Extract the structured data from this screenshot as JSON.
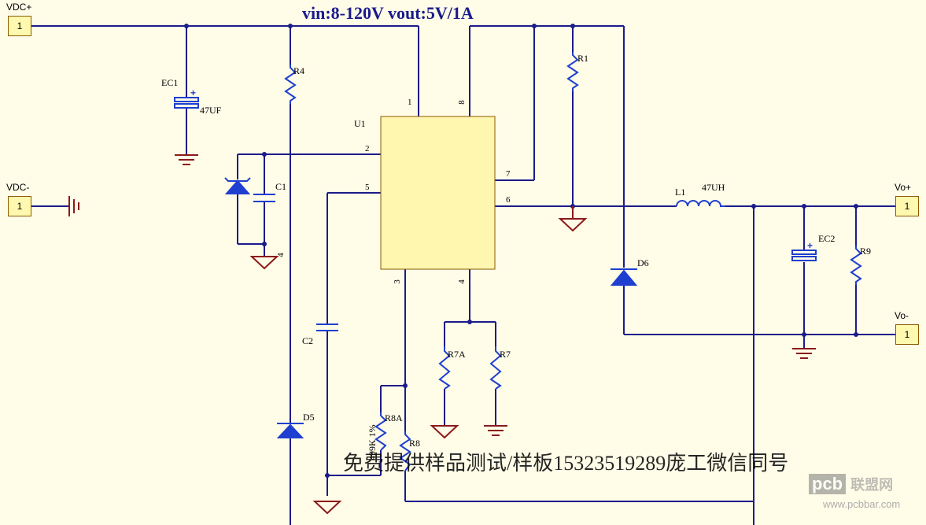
{
  "title": "vin:8-120V vout:5V/1A",
  "ports": {
    "vdc_plus": {
      "label": "VDC+",
      "pin": "1"
    },
    "vdc_minus": {
      "label": "VDC-",
      "pin": "1"
    },
    "vo_plus": {
      "label": "Vo+",
      "pin": "1"
    },
    "vo_minus": {
      "label": "Vo-",
      "pin": "1"
    }
  },
  "components": {
    "ec1": {
      "ref": "EC1",
      "value": "47UF"
    },
    "r4": {
      "ref": "R4"
    },
    "u1": {
      "ref": "U1"
    },
    "c1": {
      "ref": "C1"
    },
    "c2": {
      "ref": "C2"
    },
    "d5": {
      "ref": "D5"
    },
    "r1": {
      "ref": "R1"
    },
    "l1": {
      "ref": "L1",
      "value": "47UH"
    },
    "ec2": {
      "ref": "EC2"
    },
    "r9": {
      "ref": "R9"
    },
    "d6": {
      "ref": "D6"
    },
    "r7a": {
      "ref": "R7A"
    },
    "r7": {
      "ref": "R7"
    },
    "r8a": {
      "ref": "R8A",
      "value": "499K 1%"
    },
    "r8": {
      "ref": "R8"
    }
  },
  "pins": {
    "p1": "1",
    "p2": "2",
    "p3": "3",
    "p4": "4",
    "p5": "5",
    "p6": "6",
    "p7": "7",
    "p8": "8",
    "d5_pin": "4"
  },
  "watermark": "免费提供样品测试/样板15323519289庞工微信同号",
  "logo": {
    "box": "pcb",
    "cn": "联盟网",
    "url": "www.pcbbar.com"
  },
  "colors": {
    "wire": "#1c1c8a",
    "component": "#1f3fd0",
    "ground": "#8b1a1a",
    "background": "#fffce8",
    "chip": "#fff7b0"
  }
}
